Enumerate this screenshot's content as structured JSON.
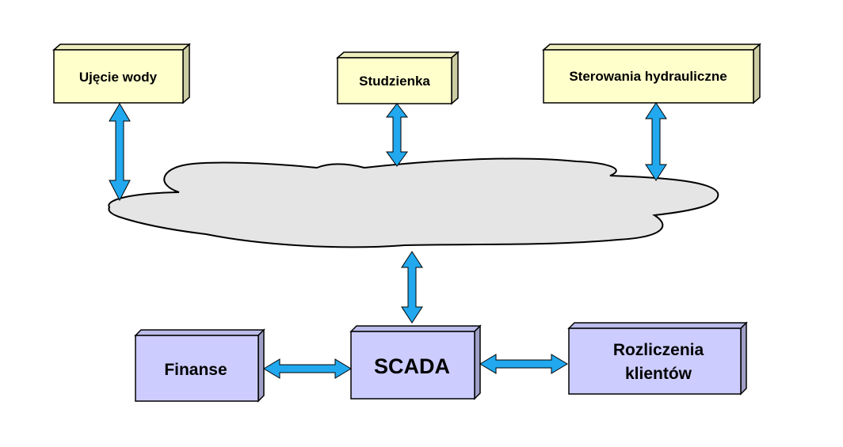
{
  "nodes": {
    "ujecie_wody": {
      "label": "Ujęcie wody"
    },
    "studzienka": {
      "label": "Studzienka"
    },
    "sterowania": {
      "label": "Sterowania hydrauliczne"
    },
    "finanse": {
      "label": "Finanse"
    },
    "scada": {
      "label": "SCADA"
    },
    "rozliczenia": {
      "label_line1": "Rozliczenia",
      "label_line2": "klientów"
    }
  },
  "colors": {
    "top_box_fill": "#ffffcc",
    "bottom_box_fill": "#ccccff",
    "cloud_fill": "#e5e5e5",
    "arrow_fill": "#21a8ee",
    "outline": "#000000"
  }
}
